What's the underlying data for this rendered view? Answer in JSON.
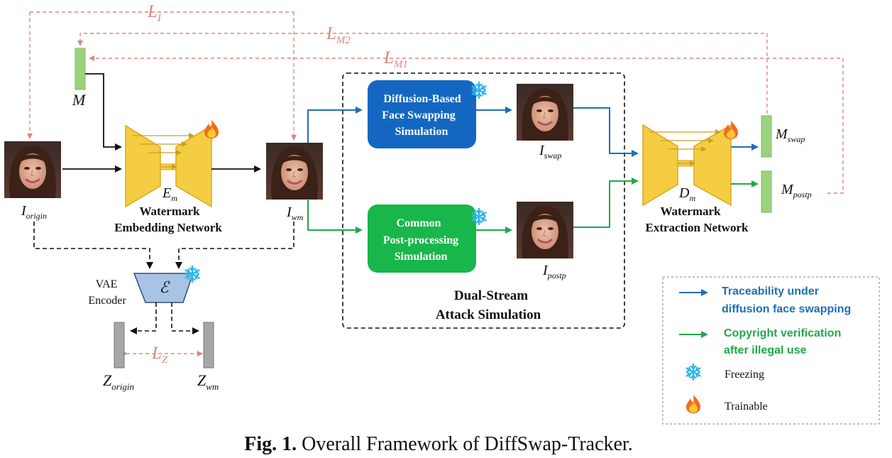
{
  "colors": {
    "loss": "#e0857d",
    "blue_stream": "#1f6fb4",
    "green_stream": "#22a84a",
    "blue_box": "#1467c1",
    "green_box": "#19b64b",
    "network_fill": "#f4cd42",
    "network_stroke": "#d8a820",
    "message_fill": "#9cd27e",
    "latent_fill": "#a6a6a6",
    "vae_fill": "#a9c3e6",
    "snowflake": "#2fb6ea",
    "fire": "#f26b1d"
  },
  "losses": {
    "l_i": {
      "base": "L",
      "sub": "I"
    },
    "l_m2": {
      "base": "L",
      "sub": "M2"
    },
    "l_m1": {
      "base": "L",
      "sub": "M1"
    },
    "l_z": {
      "base": "L",
      "sub": "Z"
    }
  },
  "nodes": {
    "m": "M",
    "i_origin": {
      "base": "I",
      "sub": "origin"
    },
    "i_wm": {
      "base": "I",
      "sub": "wm"
    },
    "e_m": {
      "base": "E",
      "sub": "m"
    },
    "d_m": {
      "base": "D",
      "sub": "m"
    },
    "i_swap": {
      "base": "I",
      "sub": "swap"
    },
    "i_postp": {
      "base": "I",
      "sub": "postp"
    },
    "m_swap": {
      "base": "M",
      "sub": "swap"
    },
    "m_postp": {
      "base": "M",
      "sub": "postp"
    },
    "z_origin": {
      "base": "Z",
      "sub": "origin"
    },
    "z_wm": {
      "base": "Z",
      "sub": "wm"
    },
    "vae_symbol": "ℰ"
  },
  "labels": {
    "embedding_line1": "Watermark",
    "embedding_line2": "Embedding Network",
    "extraction_line1": "Watermark",
    "extraction_line2": "Extraction Network",
    "vae_line1": "VAE",
    "vae_line2": "Encoder",
    "dual_line1": "Dual-Stream",
    "dual_line2": "Attack Simulation"
  },
  "boxes": {
    "diffusion": [
      "Diffusion-Based",
      "Face Swapping",
      "Simulation"
    ],
    "common": [
      "Common",
      "Post-processing",
      "Simulation"
    ]
  },
  "legend": {
    "blue_line1": "Traceability under",
    "blue_line2": "diffusion face swapping",
    "green_line1": "Copyright verification",
    "green_line2": "after illegal use",
    "freezing": "Freezing",
    "trainable": "Trainable"
  },
  "icons": {
    "freeze": "snowflake-icon",
    "trainable": "fire-icon"
  },
  "caption": {
    "prefix": "Fig. 1.",
    "text": " Overall Framework of DiffSwap-Tracker."
  }
}
